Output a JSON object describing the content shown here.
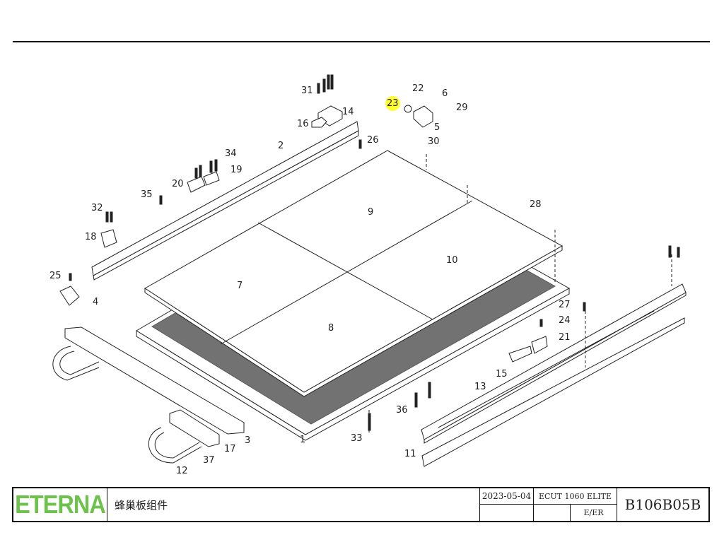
{
  "title_block": {
    "logo_text": "ETERNA",
    "drawing_name": "蜂巢板组件",
    "date": "2023-05-04",
    "model": "ECUT 1060 ELITE",
    "revision": "E/ER",
    "drawing_number": "B106B05B",
    "brand_color": "#6cc24a"
  },
  "callouts": [
    "1",
    "2",
    "3",
    "4",
    "5",
    "6",
    "7",
    "8",
    "9",
    "10",
    "11",
    "12",
    "13",
    "14",
    "15",
    "16",
    "17",
    "18",
    "19",
    "20",
    "21",
    "22",
    "23",
    "24",
    "25",
    "26",
    "27",
    "28",
    "29",
    "30",
    "31",
    "32",
    "33",
    "34",
    "35",
    "36",
    "37"
  ],
  "highlighted_callout": "23",
  "highlight_color": "#ffff33"
}
